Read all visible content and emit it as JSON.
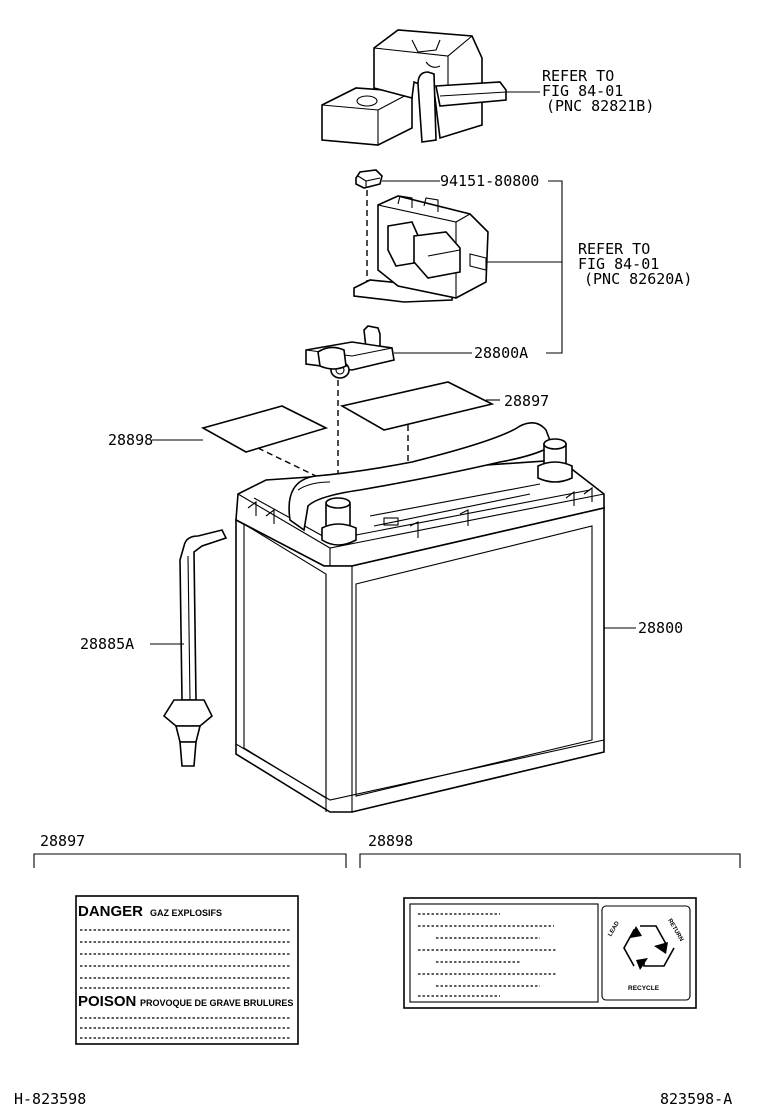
{
  "callouts": {
    "refer_relay": [
      "REFER TO",
      "FIG 84-01",
      "(PNC 82821B)"
    ],
    "bolt": "94151-80800",
    "refer_block": [
      "REFER TO",
      "FIG 84-01",
      "(PNC 82620A)"
    ],
    "clamp": "28800A",
    "label_right": "28897",
    "label_left": "28898",
    "vent_tube": "28885A",
    "battery": "28800"
  },
  "detail_left": {
    "part": "28897",
    "danger": "DANGER",
    "danger_sub": "GAZ EXPLOSIFS",
    "poison": "POISON",
    "poison_sub": "PROVOQUE DE GRAVE BRULURES"
  },
  "detail_right": {
    "part": "28898",
    "lead": "LEAD",
    "return": "RETURN",
    "recycle": "RECYCLE"
  },
  "footer": {
    "left": "H-823598",
    "right": "823598-A"
  }
}
